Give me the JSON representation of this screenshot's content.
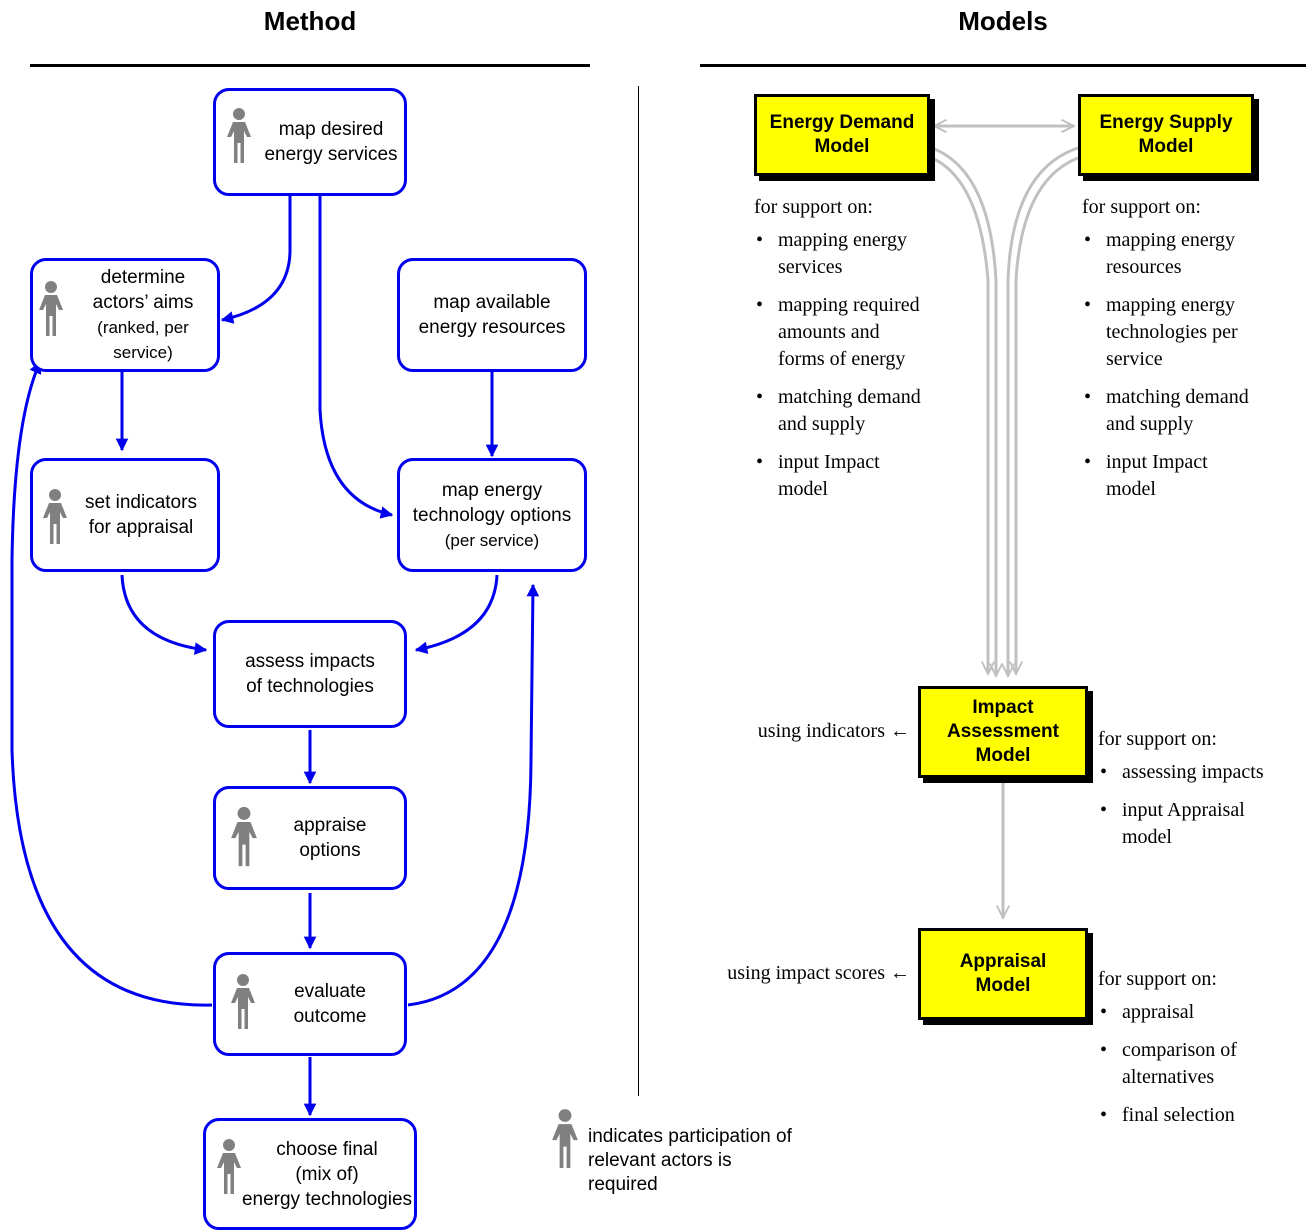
{
  "headers": {
    "method": "Method",
    "models": "Models"
  },
  "method_steps": {
    "map_services": "map desired\nenergy services",
    "determine_aims": "determine\nactors’ aims",
    "determine_aims_sub": "(ranked, per\nservice)",
    "map_resources": "map available\nenergy resources",
    "set_indicators": "set indicators\nfor appraisal",
    "map_tech": "map energy\ntechnology options",
    "map_tech_sub": "(per service)",
    "assess_impacts": "assess impacts\nof technologies",
    "appraise_options": "appraise\noptions",
    "evaluate_outcome": "evaluate\noutcome",
    "choose_final": "choose final\n(mix of)\nenergy technologies"
  },
  "models": {
    "demand": {
      "title": "Energy Demand\nModel",
      "support_label": "for support on:",
      "items": [
        "mapping energy\nservices",
        "mapping required\namounts and\nforms of energy",
        "matching demand\nand supply",
        "input Impact\nmodel"
      ]
    },
    "supply": {
      "title": "Energy Supply\nModel",
      "support_label": "for support on:",
      "items": [
        "mapping energy\nresources",
        "mapping energy\ntechnologies per\nservice",
        "matching demand\nand supply",
        "input Impact\nmodel"
      ]
    },
    "impact": {
      "title": "Impact\nAssessment\nModel",
      "using": "using indicators ←",
      "support_label": "for support on:",
      "items": [
        "assessing impacts",
        "input Appraisal\nmodel"
      ]
    },
    "appraisal": {
      "title": "Appraisal\nModel",
      "using": "using impact scores ←",
      "support_label": "for support on:",
      "items": [
        "appraisal",
        "comparison of\nalternatives",
        "final selection"
      ]
    }
  },
  "legend": {
    "text": "indicates participation of\nrelevant actors is\nrequired",
    "icon": "person-icon"
  },
  "bullet_char": "•",
  "colors": {
    "flow_arrow": "#0000ee",
    "model_fill": "#ffff00",
    "model_arrow": "#c0c0c0",
    "person": "#808080"
  }
}
